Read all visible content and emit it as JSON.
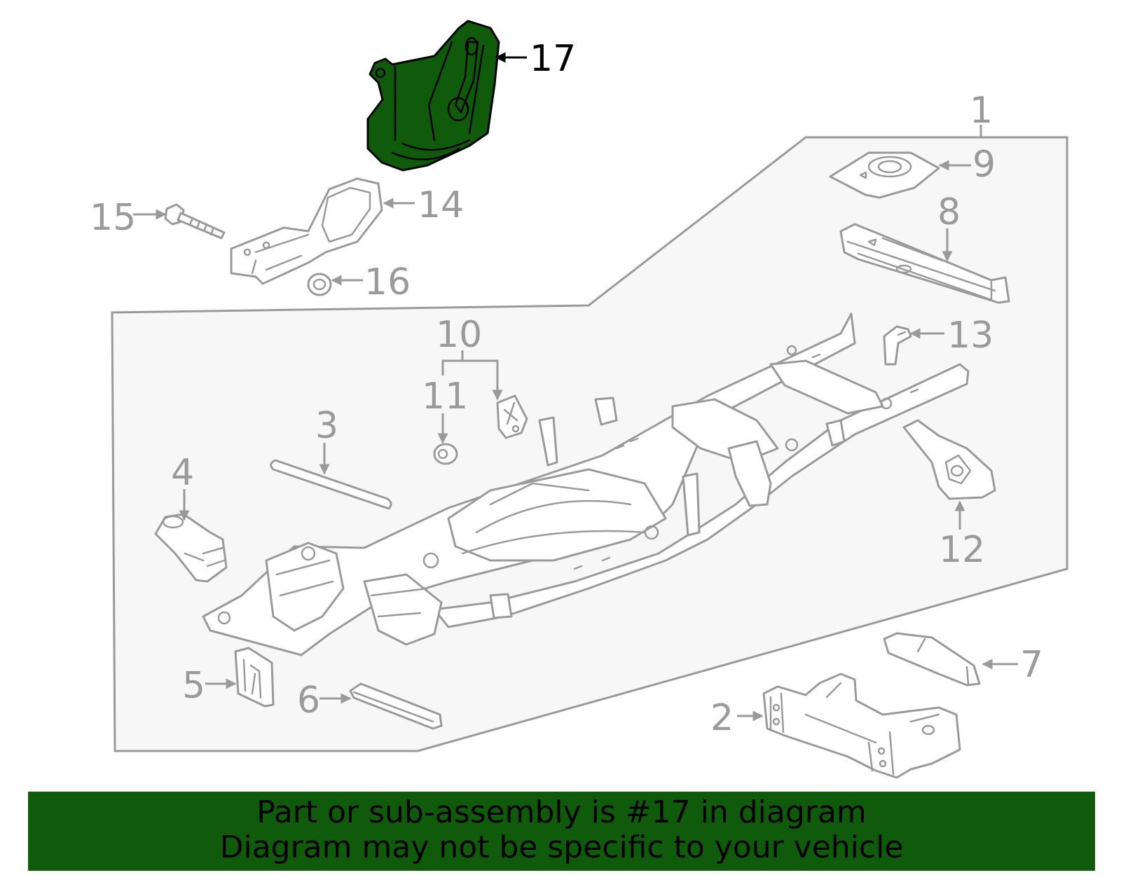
{
  "diagram": {
    "highlighted_part": "17",
    "callouts": {
      "c1": "1",
      "c2": "2",
      "c3": "3",
      "c4": "4",
      "c5": "5",
      "c6": "6",
      "c7": "7",
      "c8": "8",
      "c9": "9",
      "c10": "10",
      "c11": "11",
      "c12": "12",
      "c13": "13",
      "c14": "14",
      "c15": "15",
      "c16": "16",
      "c17": "17"
    },
    "colors": {
      "highlight_fill": "#0f5a0b",
      "outline": "#9a9a9a",
      "frame_box_fill": "#f7f7f7",
      "banner_background": "#0f5a0b"
    }
  },
  "banner": {
    "line1": "Part or sub-assembly is #17 in diagram",
    "line2": "Diagram may not be specific to your vehicle"
  }
}
